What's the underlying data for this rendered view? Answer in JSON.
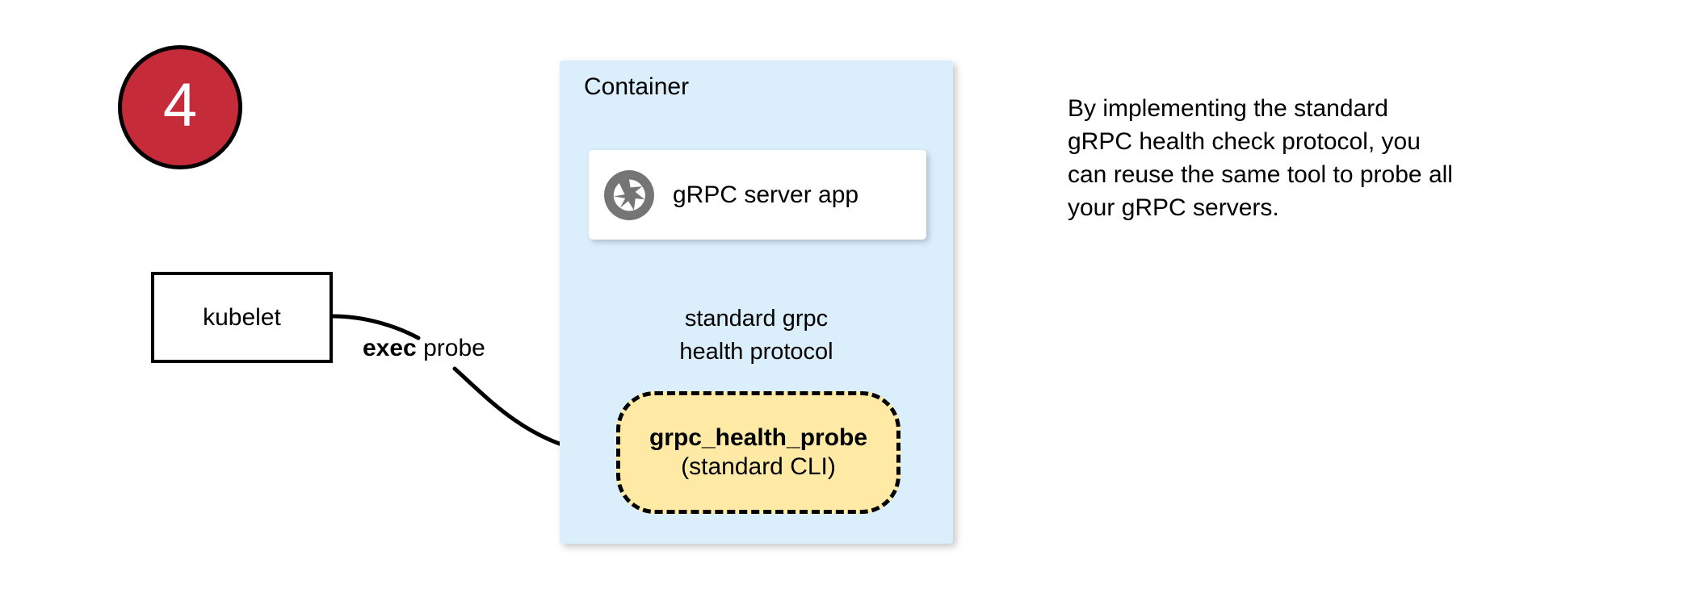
{
  "step": {
    "number": "4",
    "badge_fill": "#c62b39",
    "badge_text_color": "#ffffff"
  },
  "container": {
    "label": "Container",
    "fill": "#daeefb"
  },
  "server_card": {
    "icon": "grpc-aperture-icon",
    "label": "gRPC server app",
    "icon_color": "#757575",
    "fill": "#ffffff"
  },
  "kubelet": {
    "label": "kubelet",
    "fill": "#ffffff",
    "stroke": "#000000"
  },
  "probe": {
    "name": "grpc_health_probe",
    "subtitle": "(standard CLI)",
    "fill": "#ffeaa5",
    "stroke": "#000000",
    "stroke_style": "dashed"
  },
  "edges": {
    "exec_bold": "exec",
    "exec_rest": " probe",
    "protocol_line1": "standard grpc",
    "protocol_line2": "health protocol"
  },
  "caption": {
    "line1": "By implementing the standard",
    "line2": "gRPC health check protocol, you",
    "line3": "can reuse the same tool to probe all",
    "line4": "your gRPC servers."
  }
}
